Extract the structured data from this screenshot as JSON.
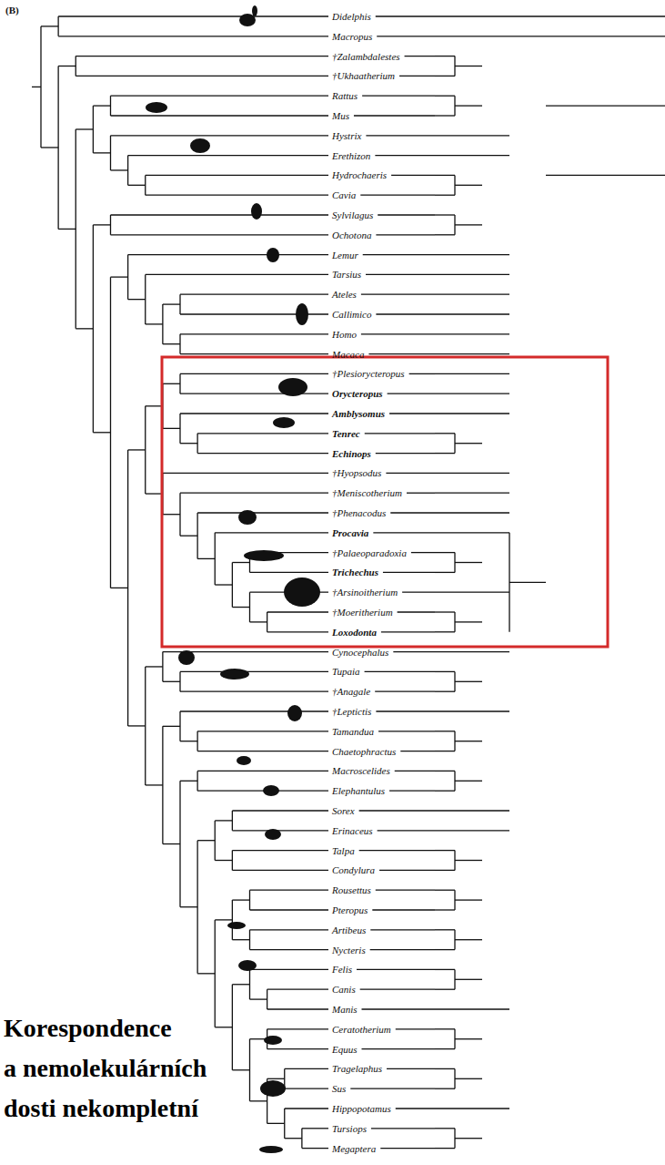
{
  "diagram": {
    "labels": [
      "(B)",
      "Didelphis",
      "Macropus",
      "†Zalambdalestes",
      "†Ukhaatherium",
      "Rattus",
      "Mus",
      "Hystrix",
      "Erethizon",
      "Hydrochaeris",
      "Cavia",
      "Sylvilagus",
      "Ochotona",
      "Lemur",
      "Tarsius",
      "Ateles",
      "Callimico",
      "Homo",
      "Macaca",
      "†Plesiorycteropus",
      "Orycteropus",
      "Amblysomus",
      "Tenrec",
      "Echinops",
      "†Hyopsodus",
      "†Meniscotherium",
      "†Phenacodus",
      "Procavia",
      "†Palaeoparadoxia",
      "Trichechus",
      "†Arsinoitherium",
      "†Moeritherium",
      "Loxodonta",
      "Cynocephalus",
      "Tupaia",
      "†Anagale",
      "†Leptictis",
      "Tamandua",
      "Chaetophractus",
      "Macroscelides",
      "Elephantulus",
      "Sorex",
      "Erinaceus",
      "Talpa",
      "Condylura",
      "Rousettus",
      "Pteropus",
      "Artibeus",
      "Nycteris",
      "Felis",
      "Canis",
      "Manis",
      "Ceratotherium",
      "Equus",
      "Tragelaphus",
      "Sus",
      "Hippopotamus",
      "Tursiops",
      "Megaptera",
      "Korespondence",
      "a nemolekulárních",
      "dosti nekompletní"
    ]
  }
}
